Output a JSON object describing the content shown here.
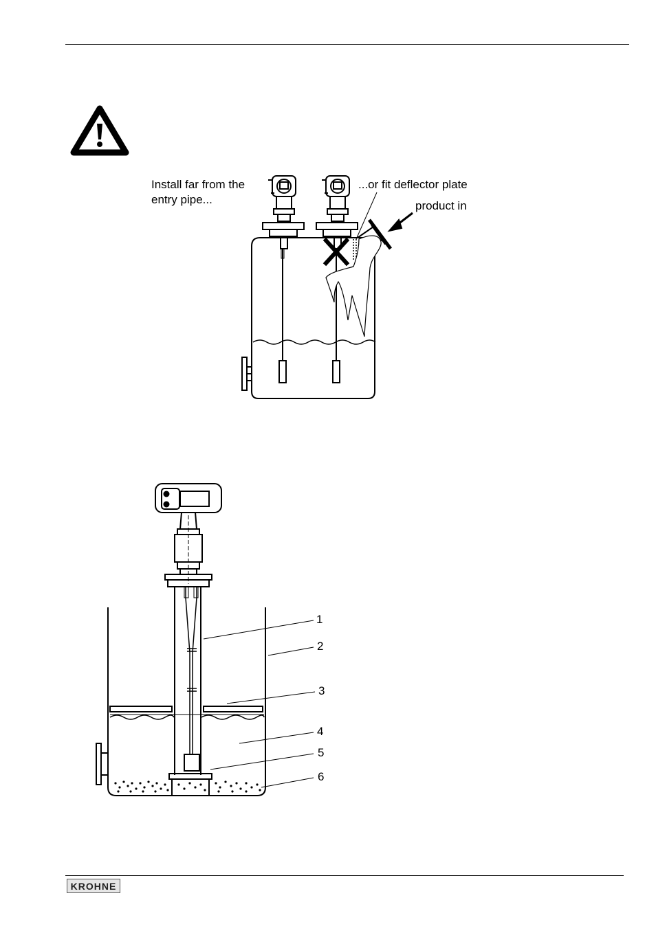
{
  "figure1": {
    "label_install": "Install far from the\nentry pipe...",
    "label_deflector": "...or fit deflector plate",
    "label_product": "product in"
  },
  "figure2": {
    "callouts": [
      "1",
      "2",
      "3",
      "4",
      "5",
      "6"
    ]
  },
  "footer": {
    "logo_text": "KROHNE"
  }
}
